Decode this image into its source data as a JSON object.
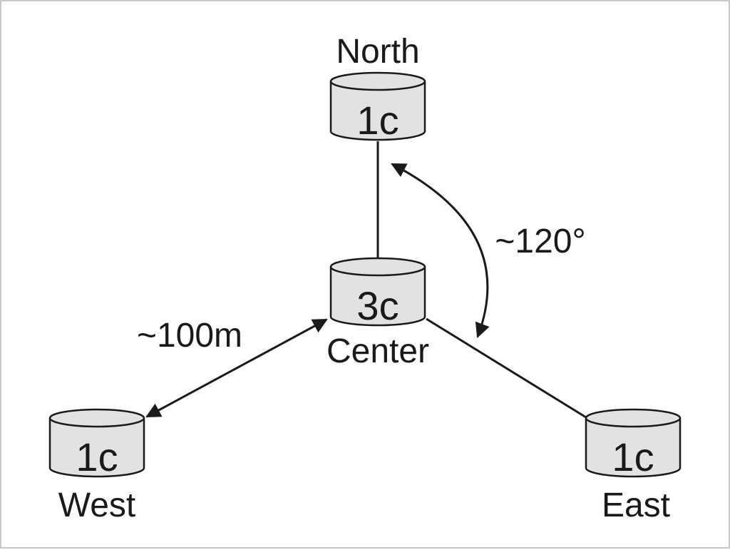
{
  "nodes": {
    "north": {
      "name": "North",
      "code": "1c"
    },
    "center": {
      "name": "Center",
      "code": "3c"
    },
    "west": {
      "name": "West",
      "code": "1c"
    },
    "east": {
      "name": "East",
      "code": "1c"
    }
  },
  "annotations": {
    "distance": "~100m",
    "angle": "~120°"
  },
  "colors": {
    "node_fill": "#e2e2e2",
    "stroke": "#1a1a1a",
    "frame": "#c8c8c8"
  }
}
